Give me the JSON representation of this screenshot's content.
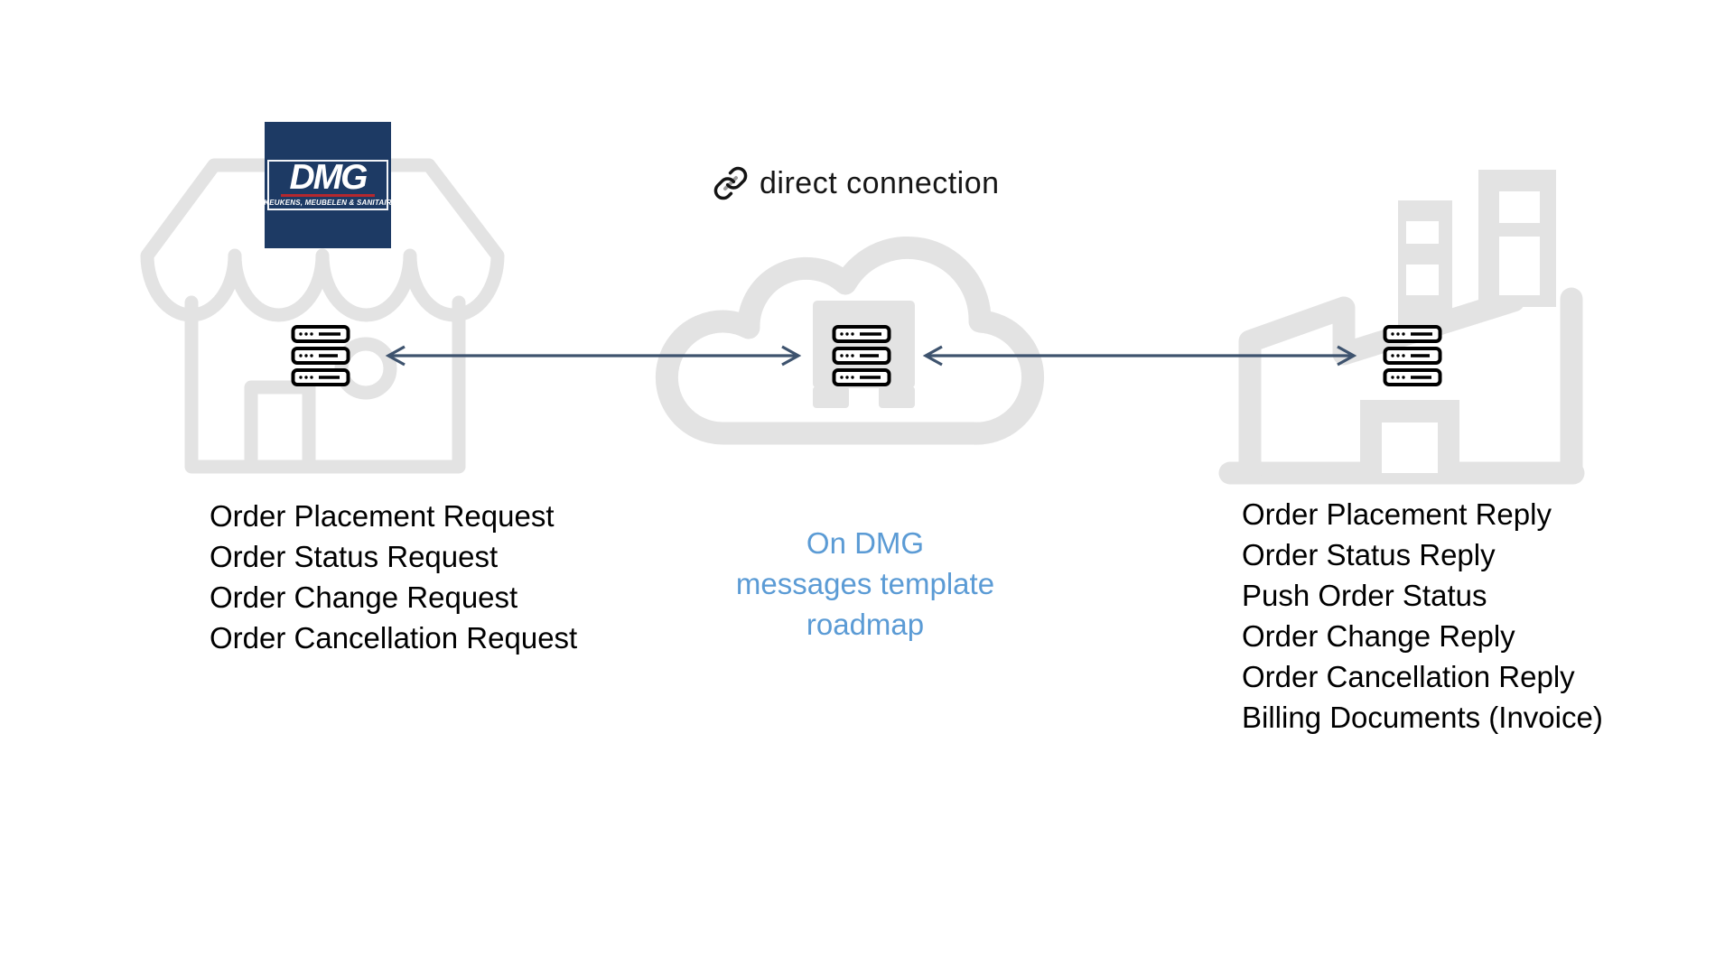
{
  "header": {
    "connection_label": "direct connection",
    "link_icon": "chain-link-icon"
  },
  "store": {
    "icon": "storefront-icon",
    "server_icon": "server-stack-icon",
    "logo": {
      "name": "DMG",
      "subtitle": "KEUKENS, MEUBELEN & SANITAIR"
    },
    "messages": [
      "Order Placement Request",
      "Order Status Request",
      "Order Change Request",
      "Order Cancellation Request"
    ]
  },
  "middleware": {
    "icon": "cloud-icon",
    "server_icon": "server-stack-icon",
    "note_lines": [
      "On DMG",
      "messages template",
      "roadmap"
    ]
  },
  "factory": {
    "icon": "factory-icon",
    "server_icon": "server-stack-icon",
    "messages": [
      "Order Placement Reply",
      "Order Status Reply",
      "Push Order Status",
      "Order Change Reply",
      "Order Cancellation Reply",
      "Billing Documents (Invoice)"
    ]
  },
  "colors": {
    "accent_blue": "#5b9bd5",
    "arrow": "#3e536e",
    "icon_gray": "#e3e3e3",
    "logo_navy": "#1d3a64",
    "logo_red": "#b5282e",
    "text_black": "#000000"
  }
}
